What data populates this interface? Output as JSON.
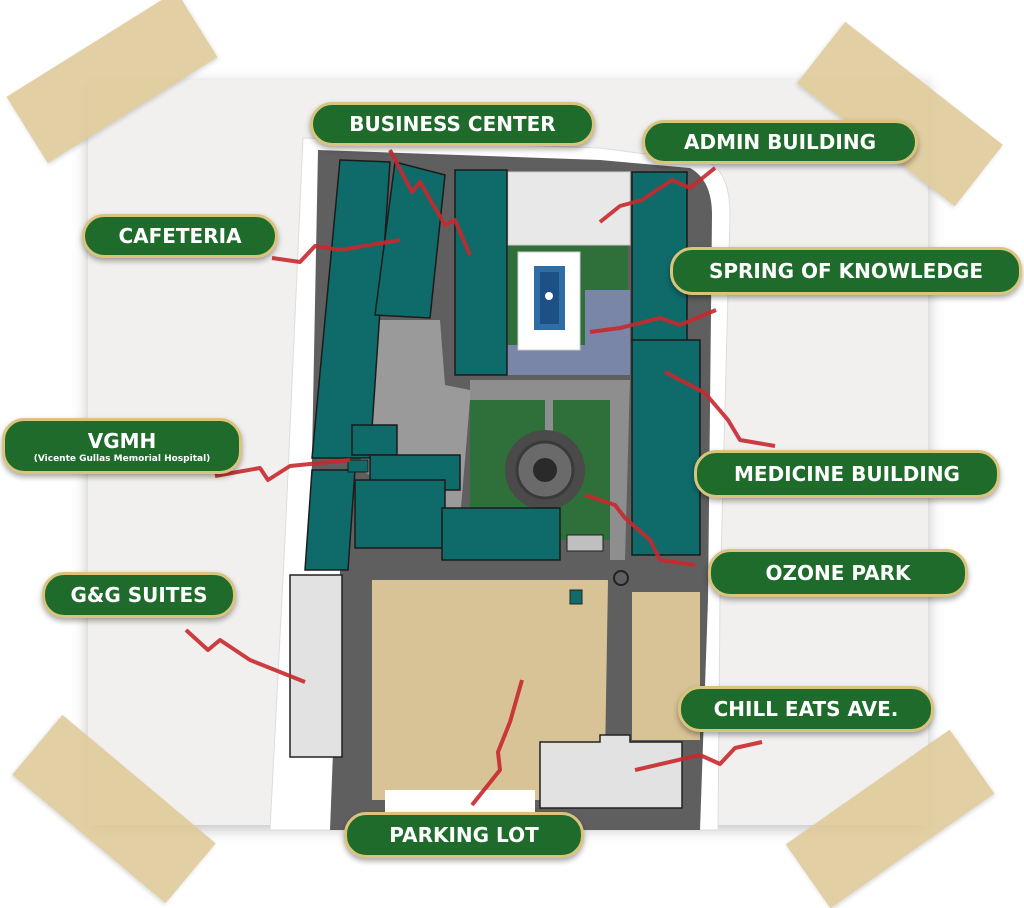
{
  "colors": {
    "label_fill": "#1f6b2c",
    "label_border": "#d9c47c",
    "building": "#0e6b6a",
    "road": "#5f5f5f",
    "plaza": "#9a9a9a",
    "lawn": "#2f6f3a",
    "parking": "#d8c397",
    "pointer": "#c8282d",
    "tape": "#dec896"
  },
  "labels": {
    "business_center": "BUSINESS CENTER",
    "admin_building": "ADMIN BUILDING",
    "cafeteria": "CAFETERIA",
    "spring_of_knowledge": "SPRING OF KNOWLEDGE",
    "vgmh": "VGMH",
    "vgmh_full": "(Vicente Gullas Memorial Hospital)",
    "medicine_building": "MEDICINE BUILDING",
    "ozone_park": "OZONE PARK",
    "gg_suites": "G&G SUITES",
    "chill_eats": "CHILL EATS AVE.",
    "parking_lot": "PARKING LOT"
  }
}
